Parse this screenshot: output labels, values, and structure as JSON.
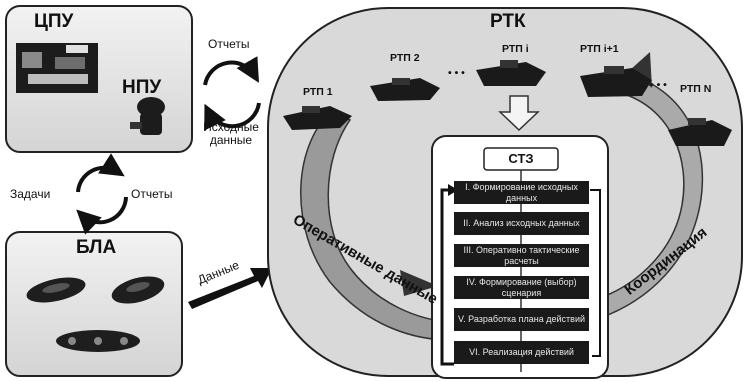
{
  "cpu_panel": {
    "cpu_label": "ЦПУ",
    "npu_label": "НПУ"
  },
  "cycle_top": {
    "reports": "Отчеты",
    "initial_data": "Исходные данные"
  },
  "cycle_left": {
    "tasks": "Задачи",
    "reports": "Отчеты"
  },
  "bla_panel": {
    "title": "БЛА"
  },
  "data_arrow": {
    "label": "Данные"
  },
  "rtk": {
    "title": "РТК",
    "units": [
      "РТП 1",
      "РТП 2",
      "РТП i",
      "РТП i+1",
      "РТП N"
    ],
    "ellipsis": "• • •"
  },
  "operational_data": "Оперативные данные",
  "coordination": "Координация",
  "stz": {
    "title": "СТЗ",
    "steps": [
      "I. Формирование исходных данных",
      "II. Анализ исходных данных",
      "III. Оперативно тактические расчеты",
      "IV. Формирование (выбор) сценария",
      "V. Разработка плана действий",
      "VI. Реализация действий"
    ]
  }
}
